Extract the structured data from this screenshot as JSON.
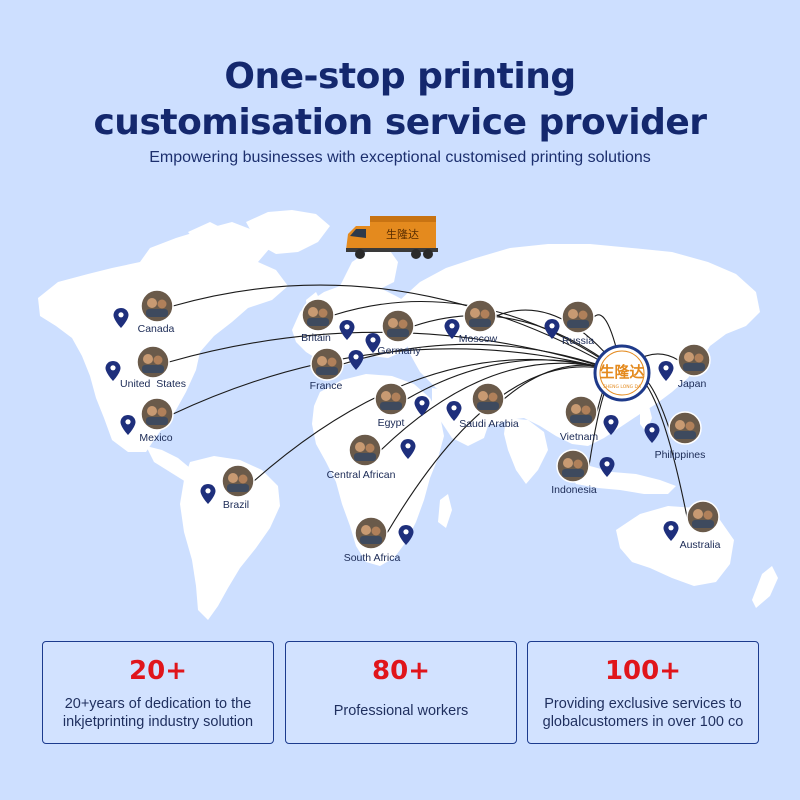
{
  "header": {
    "title_line1": "One-stop printing",
    "title_line2": "customisation service provider",
    "subtitle": "Empowering businesses with exceptional customised printing solutions"
  },
  "logo": {
    "text_main": "生隆达",
    "text_sub": "SHENG LONG DA"
  },
  "truck": {
    "text": "生隆达"
  },
  "locations": [
    {
      "name": "Canada"
    },
    {
      "name": "United  States"
    },
    {
      "name": "Mexico"
    },
    {
      "name": "Brazil"
    },
    {
      "name": "Britain"
    },
    {
      "name": "Germany"
    },
    {
      "name": "France"
    },
    {
      "name": "Moscow"
    },
    {
      "name": "Russia"
    },
    {
      "name": "Egypt"
    },
    {
      "name": "Saudi Arabia"
    },
    {
      "name": "Central African"
    },
    {
      "name": "South Africa"
    },
    {
      "name": "Vietnam"
    },
    {
      "name": "Indonesia"
    },
    {
      "name": "Japan"
    },
    {
      "name": "Philippines"
    },
    {
      "name": "Australia"
    }
  ],
  "stats": [
    {
      "value": "20+",
      "desc_line1": "20+years of dedication to the",
      "desc_line2": "inkjetprinting industry solution"
    },
    {
      "value": "80+",
      "desc_line1": "Professional workers",
      "desc_line2": ""
    },
    {
      "value": "100+",
      "desc_line1": "Providing exclusive services to",
      "desc_line2": "globalcustomers in over 100 co"
    }
  ],
  "colors": {
    "background": "#cddfff",
    "title": "#14286e",
    "accent_red": "#e0151b",
    "pin": "#1e2f7c",
    "land": "#ffffff",
    "truck": "#e48a1e"
  },
  "icons": {
    "pin": "map-pin-icon",
    "hub": "company-logo",
    "truck": "delivery-truck-icon",
    "photo": "people-photo-icon"
  }
}
